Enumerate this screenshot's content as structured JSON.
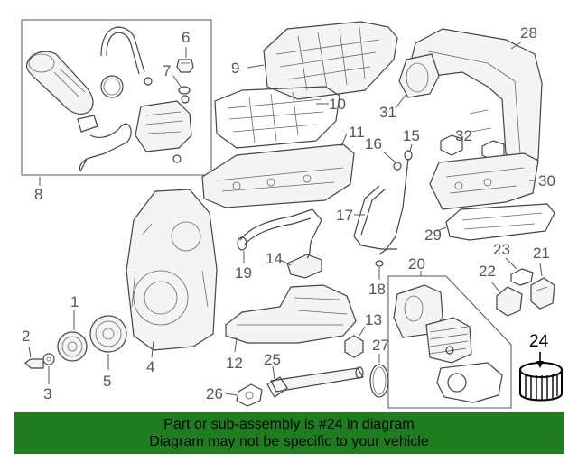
{
  "callouts": [
    "1",
    "2",
    "3",
    "4",
    "5",
    "6",
    "7",
    "8",
    "9",
    "10",
    "11",
    "12",
    "13",
    "14",
    "15",
    "16",
    "17",
    "18",
    "19",
    "20",
    "21",
    "22",
    "23",
    "24",
    "25",
    "26",
    "27",
    "28",
    "29",
    "30",
    "31",
    "32"
  ],
  "highlighted_part": "24",
  "colors": {
    "banner": "#1e7d1e",
    "line_art": "#444444",
    "callout_text": "#555555"
  },
  "banner": {
    "line1": "Part or sub-assembly is #24 in diagram",
    "line2": "Diagram may not be specific to your vehicle"
  }
}
